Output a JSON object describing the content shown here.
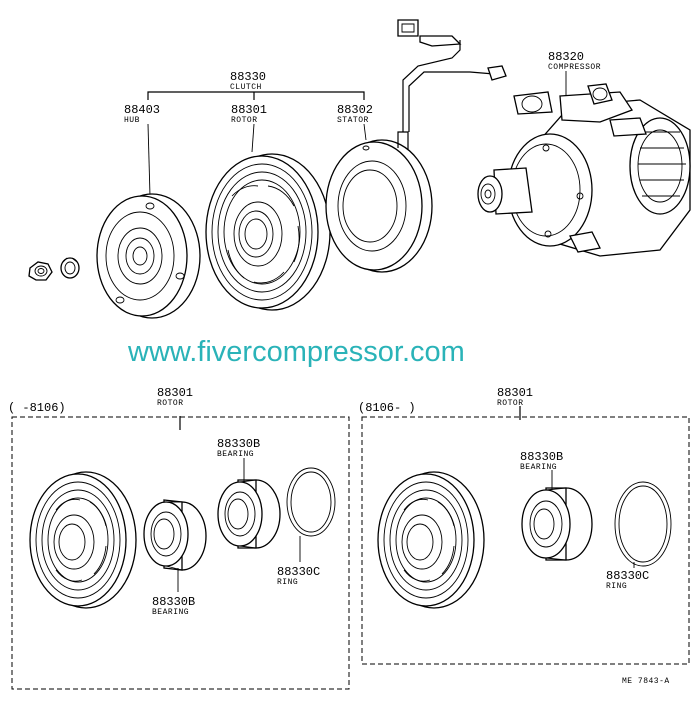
{
  "diagram": {
    "watermark": "www.fivercompressor.com",
    "figure_code": "ME 7843-A",
    "labels": {
      "clutch": {
        "number": "88330",
        "name": "CLUTCH"
      },
      "hub": {
        "number": "88403",
        "name": "HUB"
      },
      "rotor_top": {
        "number": "88301",
        "name": "ROTOR"
      },
      "stator": {
        "number": "88302",
        "name": "STATOR"
      },
      "compressor": {
        "number": "88320",
        "name": "COMPRESSOR"
      }
    },
    "left_panel": {
      "range": "(    -8106)",
      "rotor": {
        "number": "88301",
        "name": "ROTOR"
      },
      "bearing_upper": {
        "number": "88330B",
        "name": "BEARING"
      },
      "bearing_lower": {
        "number": "88330B",
        "name": "BEARING"
      },
      "ring": {
        "number": "88330C",
        "name": "RING"
      }
    },
    "right_panel": {
      "range": "(8106-        )",
      "rotor": {
        "number": "88301",
        "name": "ROTOR"
      },
      "bearing": {
        "number": "88330B",
        "name": "BEARING"
      },
      "ring": {
        "number": "88330C",
        "name": "RING"
      }
    }
  }
}
